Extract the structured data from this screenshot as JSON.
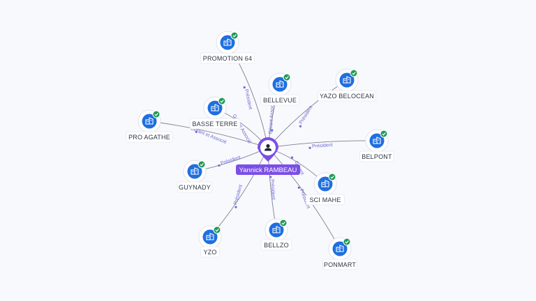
{
  "center": {
    "name": "Yannick RAMBEAU",
    "icon": "person-icon",
    "color": "#7b4fe6"
  },
  "colors": {
    "company": "#1f6fe0",
    "verified": "#1e9a55",
    "edge": "#7d8193",
    "edge_label": "#6e6ad6"
  },
  "companies": [
    {
      "id": "promotion-64",
      "name": "PROMOTION 64",
      "icon": "building-icon",
      "verified": true,
      "role": "Président"
    },
    {
      "id": "bellevue",
      "name": "BELLEVUE",
      "icon": "building-icon",
      "verified": true,
      "role": "Gérant Associé"
    },
    {
      "id": "yazo-belocean",
      "name": "YAZO BELOCEAN",
      "icon": "building-icon",
      "verified": true,
      "role": "Président"
    },
    {
      "id": "basse-terre",
      "name": "BASSE TERRE",
      "icon": "building-icon",
      "verified": true,
      "role": "Gérant Associé"
    },
    {
      "id": "pro-agathe",
      "name": "PRO AGATHE",
      "icon": "building-icon",
      "verified": true,
      "role": "Gérant et Associé"
    },
    {
      "id": "belpont",
      "name": "BELPONT",
      "icon": "building-icon",
      "verified": true,
      "role": "Président"
    },
    {
      "id": "guynady",
      "name": "GUYNADY",
      "icon": "building-icon",
      "verified": true,
      "role": "Président"
    },
    {
      "id": "sci-mahe",
      "name": "SCI MAHE",
      "icon": "building-icon",
      "verified": true,
      "role": "Gérant"
    },
    {
      "id": "yzo",
      "name": "YZO",
      "icon": "building-icon",
      "verified": true,
      "role": "Président"
    },
    {
      "id": "bellzo",
      "name": "BELLZO",
      "icon": "building-icon",
      "verified": true,
      "role": "Président"
    },
    {
      "id": "ponmart",
      "name": "PONMART",
      "icon": "building-icon",
      "verified": true,
      "role": "Président"
    }
  ]
}
